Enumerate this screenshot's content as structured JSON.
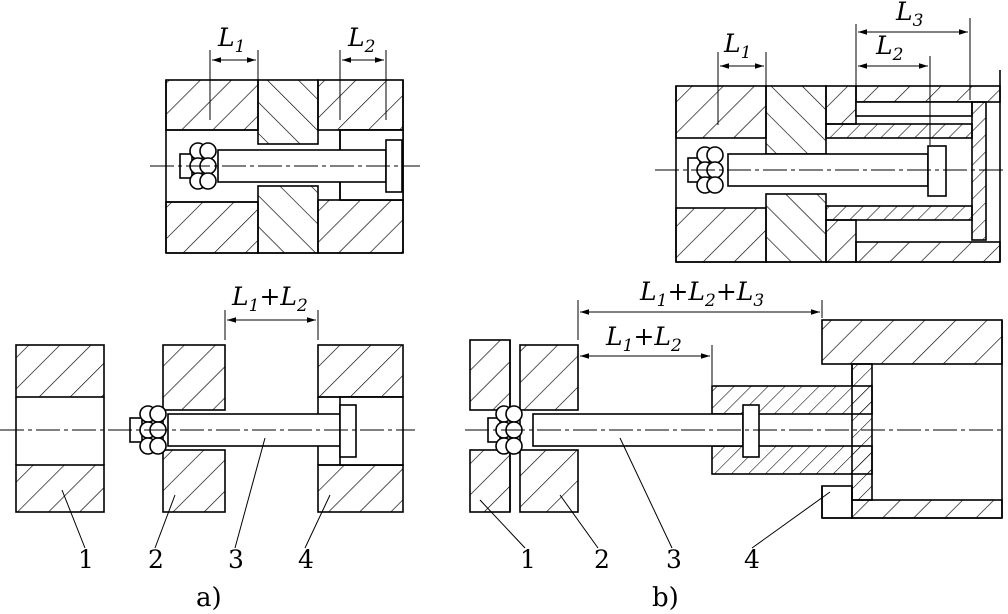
{
  "figure_a": {
    "caption": "a)",
    "dim_top_1": {
      "main": "L",
      "sub": "1"
    },
    "dim_top_2": {
      "main": "L",
      "sub": "2"
    },
    "dim_bottom": {
      "m1": "L",
      "s1": "1",
      "op": "+",
      "m2": "L",
      "s2": "2"
    },
    "part_labels": [
      "1",
      "2",
      "3",
      "4"
    ]
  },
  "figure_b": {
    "caption": "b)",
    "dim_top_1": {
      "main": "L",
      "sub": "1"
    },
    "dim_top_2": {
      "main": "L",
      "sub": "2"
    },
    "dim_top_3": {
      "main": "L",
      "sub": "3"
    },
    "dim_bottom_short": {
      "m1": "L",
      "s1": "1",
      "op": "+",
      "m2": "L",
      "s2": "2"
    },
    "dim_bottom_long": {
      "m1": "L",
      "s1": "1",
      "op1": "+",
      "m2": "L",
      "s2": "2",
      "op2": "+",
      "m3": "L",
      "s3": "3"
    },
    "part_labels": [
      "1",
      "2",
      "3",
      "4"
    ]
  }
}
